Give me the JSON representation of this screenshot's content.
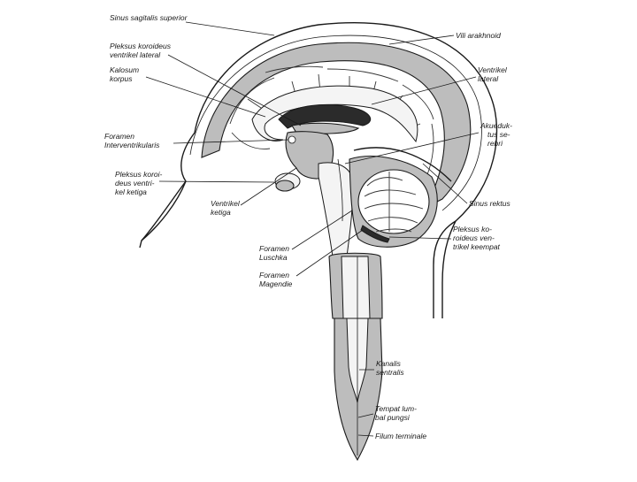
{
  "labels": {
    "sinus_sagitalis_superior": [
      "Sinus sagitalis superior"
    ],
    "pleksus_koroideus_ventrikel_lateral": [
      "Pleksus koroideus",
      "ventrikel lateral"
    ],
    "kalosum_korpus": [
      "Kalosum",
      "korpus"
    ],
    "foramen_interventrikularis": [
      "Foramen",
      "Interventrikularis"
    ],
    "pleksus_koroideus_ventrikel_ketiga": [
      "Pleksus koroi-",
      "deus ventri-",
      "kel ketiga"
    ],
    "ventrikel_ketiga": [
      "Ventrikel",
      "ketiga"
    ],
    "foramen_luschka": [
      "Foramen",
      "Luschka"
    ],
    "foramen_magendie": [
      "Foramen",
      "Magendie"
    ],
    "vili_arakhnoid": [
      "Vili arakhnoid"
    ],
    "ventrikel_lateral": [
      "Ventrikel",
      "lateral"
    ],
    "akueduktus_serebri": [
      "Akueduk-",
      "tus se-",
      "rebri"
    ],
    "sinus_rektus": [
      "Sinus rektus"
    ],
    "pleksus_koroideus_ventrikel_keempat": [
      "Pleksus ko-",
      "roideus ven-",
      "trikel keempat"
    ],
    "kanalis_sentralis": [
      "Kanalis",
      "sentralis"
    ],
    "tempat_lumbal_pungsi": [
      "Tempat lum-",
      "bal pungsi"
    ],
    "filum_terminale": [
      "Filum terminale"
    ]
  },
  "colors": {
    "ink": "#1a1a1a",
    "csf_fill": "#bdbdbd",
    "dark_fill": "#2b2b2b",
    "paper": "#ffffff"
  }
}
